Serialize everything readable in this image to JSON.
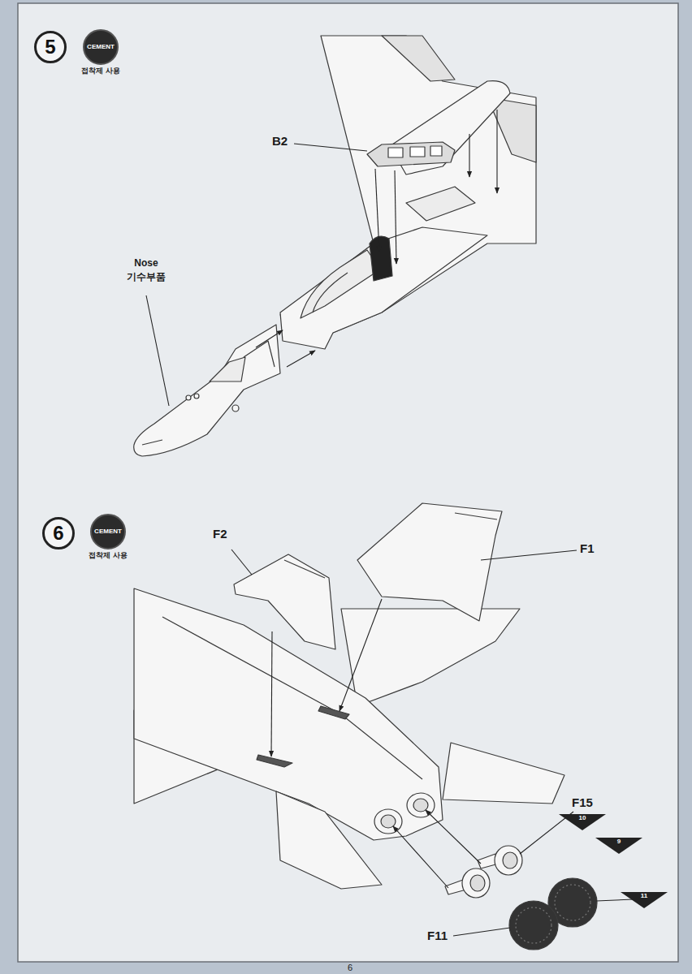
{
  "diagram": {
    "nodes": [
      {
        "text": [
          "5"
        ]
      },
      {
        "text": [
          "CEMENT",
          "접착제 사용"
        ]
      },
      {
        "text": [
          "6"
        ]
      },
      {
        "text": [
          "CEMENT",
          "접착제 사용"
        ]
      },
      {
        "text": [
          "10"
        ]
      },
      {
        "text": [
          "9"
        ]
      },
      {
        "text": [
          "11"
        ]
      }
    ],
    "labels": [
      "B2",
      "Nose",
      "기수부품",
      "F2",
      "F1",
      "F15",
      "F11",
      "6"
    ]
  }
}
